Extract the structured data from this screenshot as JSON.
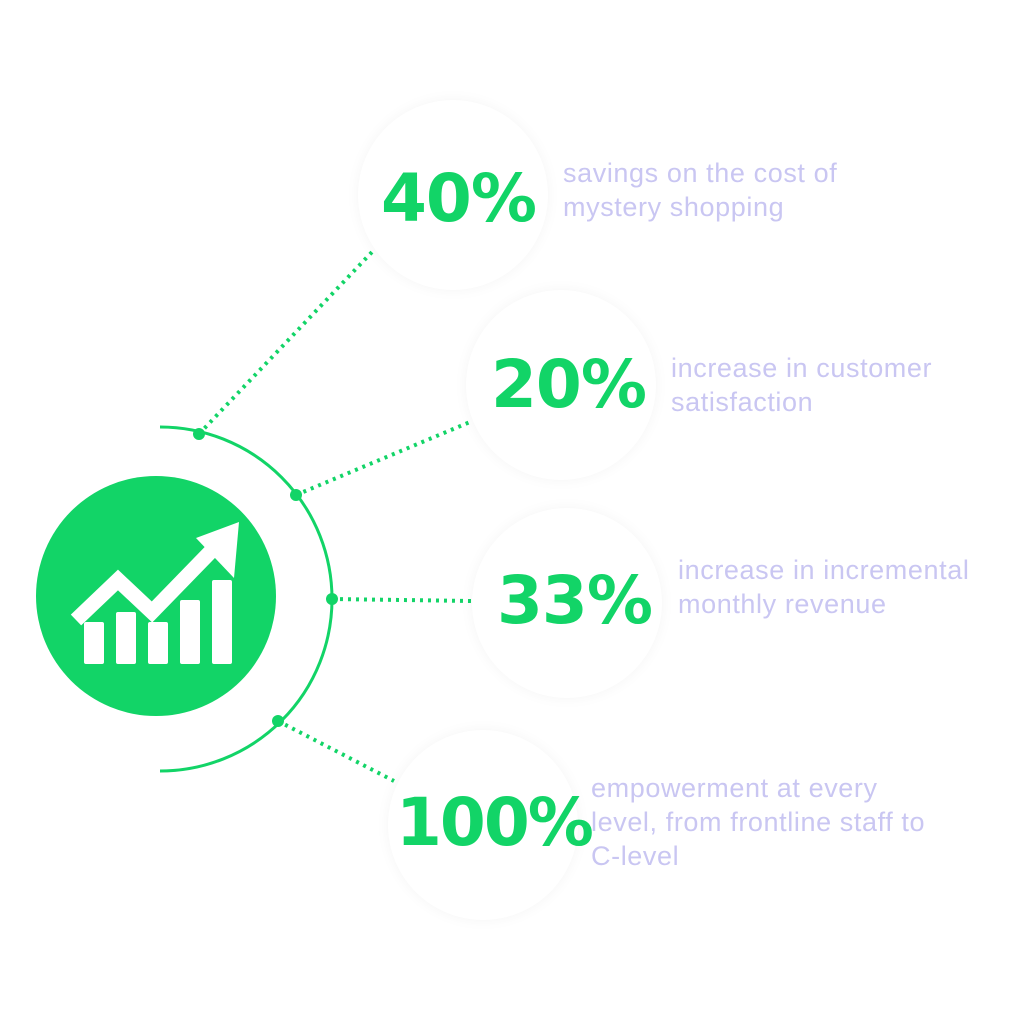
{
  "colors": {
    "accent": "#12d467",
    "description_text": "#c9c6f2",
    "background": "#ffffff"
  },
  "hub": {
    "icon": "growth-chart-arrow-icon"
  },
  "stats": [
    {
      "value": "40%",
      "description": "savings on the cost of mystery shopping"
    },
    {
      "value": "20%",
      "description": "increase in customer satisfaction"
    },
    {
      "value": "33%",
      "description": "increase in incremental monthly revenue"
    },
    {
      "value": "100%",
      "description": "empowerment at every level, from frontline staff to C-level"
    }
  ]
}
